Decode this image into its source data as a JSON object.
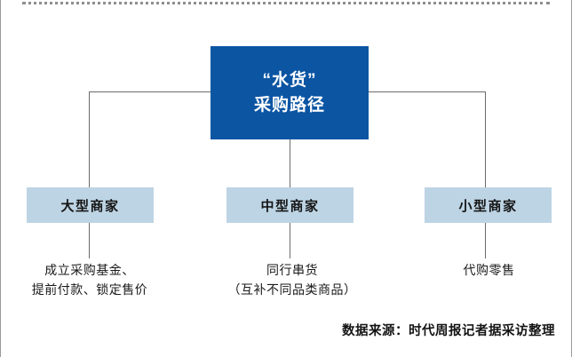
{
  "diagram": {
    "root": {
      "lines": [
        "“水货”",
        "采购路径"
      ],
      "color": "#0b55a3",
      "text_color": "#ffffff"
    },
    "tier_color": "#bdd4e4",
    "connector_color": "#6b6b6b",
    "branches": [
      {
        "node_label": "大型商家",
        "detail_lines": [
          "成立采购基金、",
          "提前付款、锁定售价"
        ]
      },
      {
        "node_label": "中型商家",
        "detail_lines": [
          "同行串货",
          "（互补不同品类商品）"
        ]
      },
      {
        "node_label": "小型商家",
        "detail_lines": [
          "代购零售",
          ""
        ]
      }
    ]
  },
  "footer": {
    "source": "数据来源：时代周报记者据采访整理"
  }
}
